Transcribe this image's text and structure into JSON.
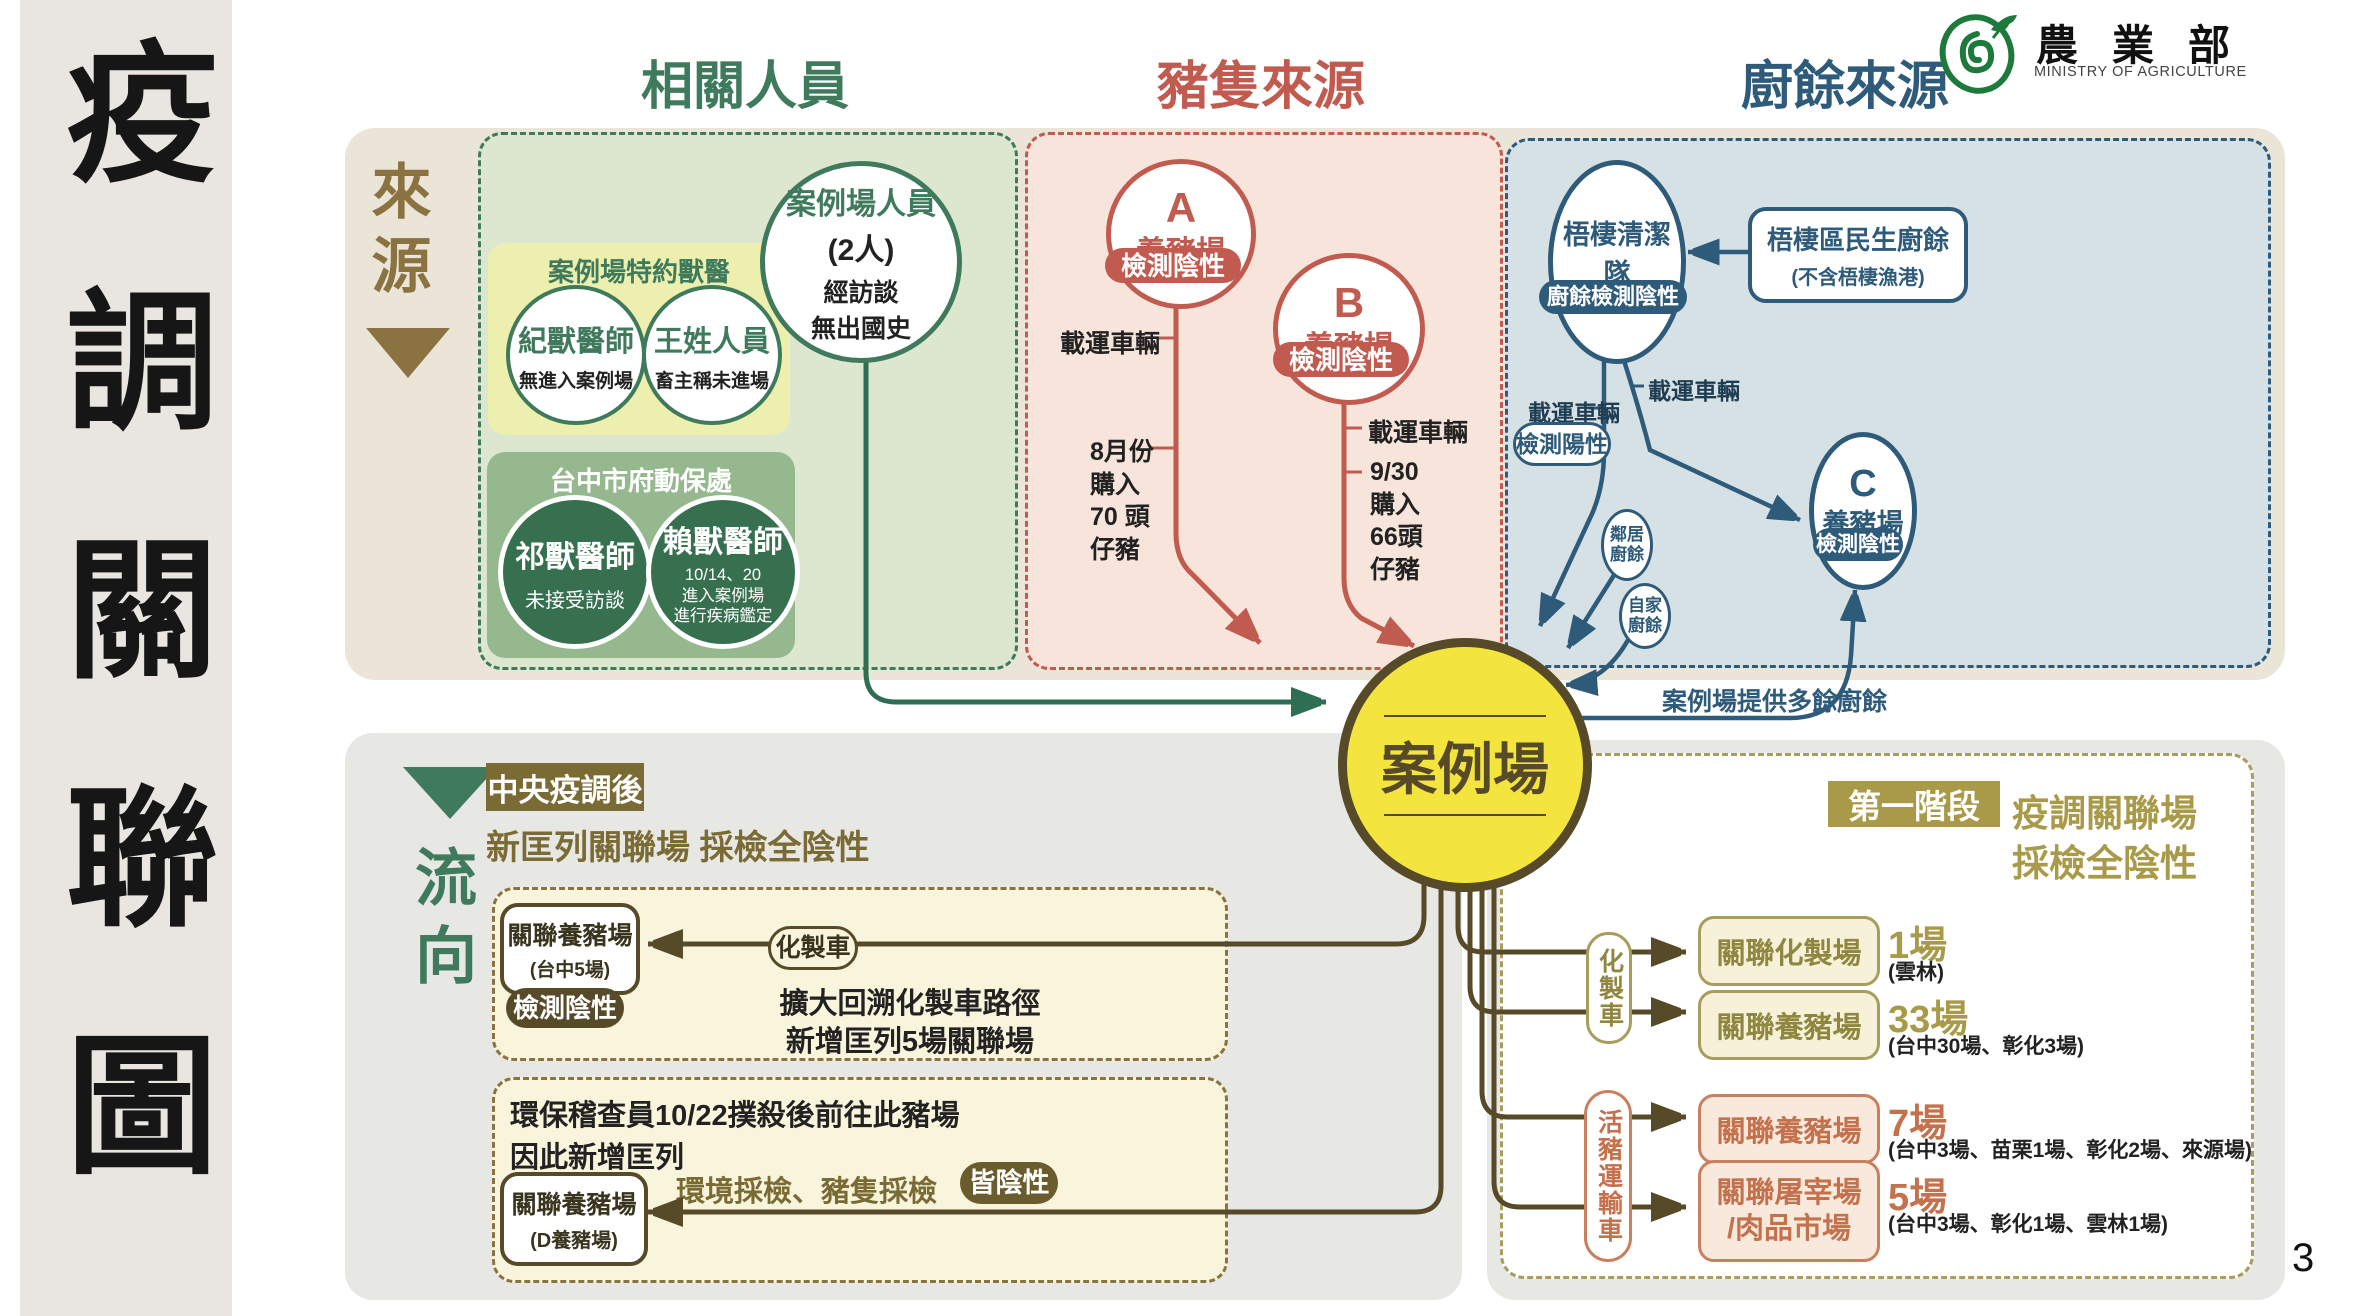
{
  "sidebar": {
    "title": "疫調關聯圖"
  },
  "headers": {
    "people": "相關人員",
    "pig": "豬隻來源",
    "waste": "廚餘來源"
  },
  "logo": {
    "name": "農業部",
    "subtitle": "MINISTRY OF AGRICULTURE"
  },
  "source": {
    "label": "來源",
    "people": {
      "vet_box": {
        "title": "案例場特約獸醫",
        "circles": [
          {
            "name": "紀獸醫師",
            "note": "無進入案例場"
          },
          {
            "name": "王姓人員",
            "note": "畜主稱未進場"
          }
        ]
      },
      "gov_box": {
        "title": "台中市府動保處",
        "circles": [
          {
            "name": "祁獸醫師",
            "note": "未接受訪談"
          },
          {
            "name": "賴獸醫師",
            "note": "10/14、20\n進入案例場\n進行疾病鑑定"
          }
        ]
      },
      "staff_circle": {
        "title": "案例場人員",
        "line2": "(2人)",
        "line3": "經訪談",
        "line4": "無出國史"
      }
    },
    "pig": {
      "farm_a": {
        "letter": "A",
        "name": "養豬場",
        "pill": "檢測陰性",
        "vehicle": "載運車輛",
        "purchase": "8月份\n購入\n70 頭\n仔豬"
      },
      "farm_b": {
        "letter": "B",
        "name": "養豬場",
        "pill": "檢測陰性",
        "vehicle": "載運車輛",
        "purchase": "9/30\n購入\n66頭\n仔豬"
      }
    },
    "waste": {
      "team": {
        "name": "梧棲清潔隊",
        "pill": "廚餘檢測陰性"
      },
      "source_box": {
        "title": "梧棲區民生廚餘",
        "note": "(不含梧棲漁港)"
      },
      "vehicle_left": "載運車輛",
      "vehicle_right": "載運車輛",
      "positive_pill": "檢測陽性",
      "neighbor": "鄰居\n廚餘",
      "home": "自家\n廚餘",
      "farm_c": {
        "letter": "C",
        "name": "養豬場",
        "pill": "檢測陰性"
      },
      "provide_label": "案例場提供多餘廚餘"
    }
  },
  "case_circle": {
    "label": "案例場"
  },
  "flow": {
    "label": "流向",
    "badge": "中央疫調後",
    "headline": "新匡列關聯場 採檢全陰性",
    "box1": {
      "farm": "關聯養豬場",
      "farm_note": "(台中5場)",
      "pill": "檢測陰性",
      "line_label": "化製車",
      "note1": "擴大回溯化製車路徑",
      "note2": "新增匡列5場關聯場"
    },
    "box2": {
      "note1": "環保稽查員10/22撲殺後前往此豬場",
      "note2": "因此新增匡列",
      "sample_label": "環境採檢、豬隻採檢",
      "pill": "皆陰性",
      "farm": "關聯養豬場",
      "farm_note": "(D養豬場)"
    }
  },
  "stage": {
    "badge": "第一階段",
    "title1": "疫調關聯場",
    "title2": "採檢全陰性",
    "vehicle1": "化製車",
    "vehicle2": "活豬運輸車",
    "rows": [
      {
        "label": "關聯化製場",
        "count": "1場",
        "detail": "(雲林)"
      },
      {
        "label": "關聯養豬場",
        "count": "33場",
        "detail": "(台中30場、彰化3場)"
      },
      {
        "label": "關聯養豬場",
        "count": "7場",
        "detail": "(台中3場、苗栗1場、彰化2場、來源場)"
      },
      {
        "label": "關聯屠宰場\n/肉品市場",
        "count": "5場",
        "detail": "(台中3場、彰化1場、雲林1場)"
      }
    ]
  },
  "page_number": "3",
  "colors": {
    "green": "#3f7a5c",
    "red": "#c15b50",
    "blue": "#2f5b7b",
    "olive": "#7a6a33",
    "gold": "#a89a48",
    "salmon": "#c4714d",
    "dark_brown": "#574a28",
    "case_yellow": "#f4e43e"
  }
}
